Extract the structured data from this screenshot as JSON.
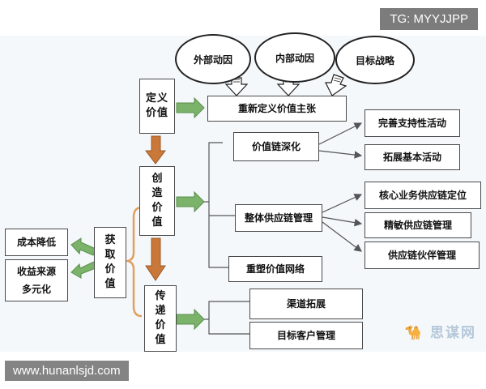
{
  "overlay": {
    "tg": "TG: MYYJJPP",
    "url": "www.hunanlsjd.com",
    "logo": "🐪 思谋网"
  },
  "drivers": [
    "外部动因",
    "内部动因",
    "目标战略"
  ],
  "stages": {
    "define": "定义价值",
    "create": "创造价值",
    "deliver": "传递价值",
    "capture": "获取价值"
  },
  "outcomes": {
    "redefine": "重新定义价值主张",
    "deepen": "价值链深化",
    "integrate": "整体供应链管理",
    "reshape": "重塑价值网络",
    "channel": "渠道拓展",
    "customer": "目标客户管理"
  },
  "details": {
    "improve": "完善支持性活动",
    "expand": "拓展基本活动",
    "core": "核心业务供应链定位",
    "lean": "精敏供应链管理",
    "partner": "供应链伙伴管理"
  },
  "results": {
    "cost": "成本降低",
    "revenue": "收益来源多元化"
  },
  "colors": {
    "arrow_green": "#7bb36a",
    "arrow_orange": "#c9783a",
    "brace_orange": "#e0a060",
    "line": "#555555"
  }
}
